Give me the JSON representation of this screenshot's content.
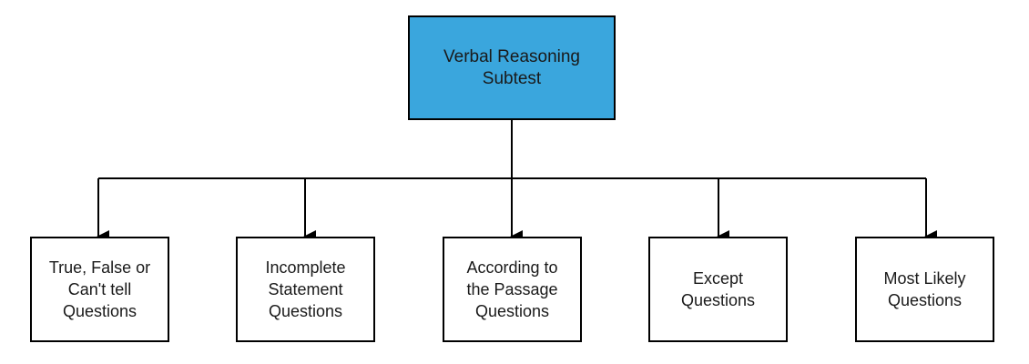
{
  "colors": {
    "root_fill": "#3aa6dd",
    "child_fill": "#ffffff",
    "stroke": "#000000"
  },
  "root": {
    "label": "Verbal Reasoning\nSubtest"
  },
  "children": [
    {
      "label": "True, False or\nCan't tell\nQuestions"
    },
    {
      "label": "Incomplete\nStatement\nQuestions"
    },
    {
      "label": "According to\nthe Passage\nQuestions"
    },
    {
      "label": "Except\nQuestions"
    },
    {
      "label": "Most Likely\nQuestions"
    }
  ]
}
